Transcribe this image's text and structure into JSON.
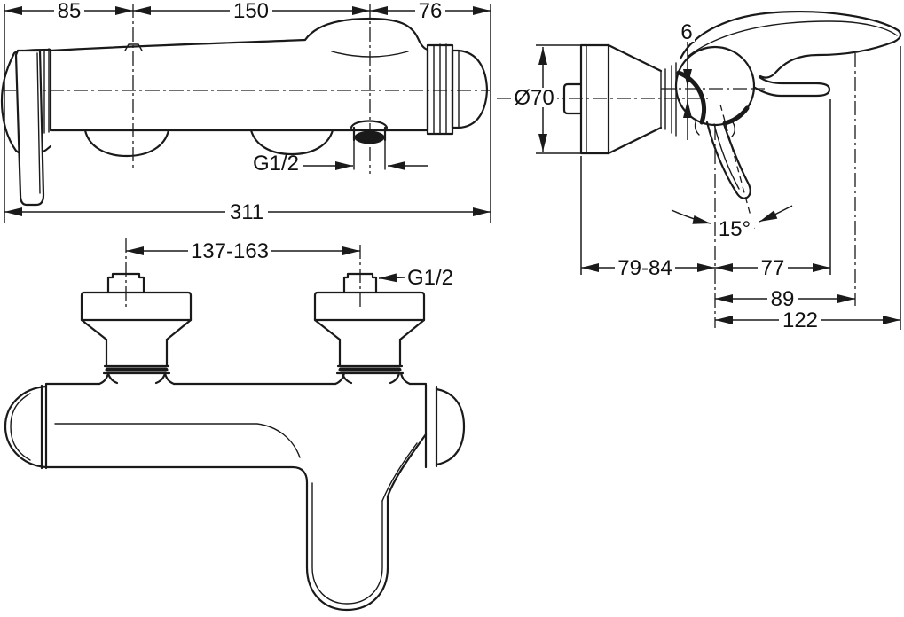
{
  "drawing": {
    "views": {
      "top": {
        "dim_85": "85",
        "dim_150": "150",
        "dim_76": "76",
        "outlet_thread": "G1/2",
        "dim_311": "311"
      },
      "side": {
        "dim_6": "6",
        "dim_dia70": "Ø70",
        "dim_angle": "15°",
        "dim_79_84": "79-84",
        "dim_77": "77",
        "dim_89": "89",
        "dim_122": "122"
      },
      "front": {
        "dim_137_163": "137-163",
        "inlet_thread": "G1/2"
      }
    },
    "colors": {
      "line": "#1a1a1a",
      "background": "#ffffff"
    }
  }
}
